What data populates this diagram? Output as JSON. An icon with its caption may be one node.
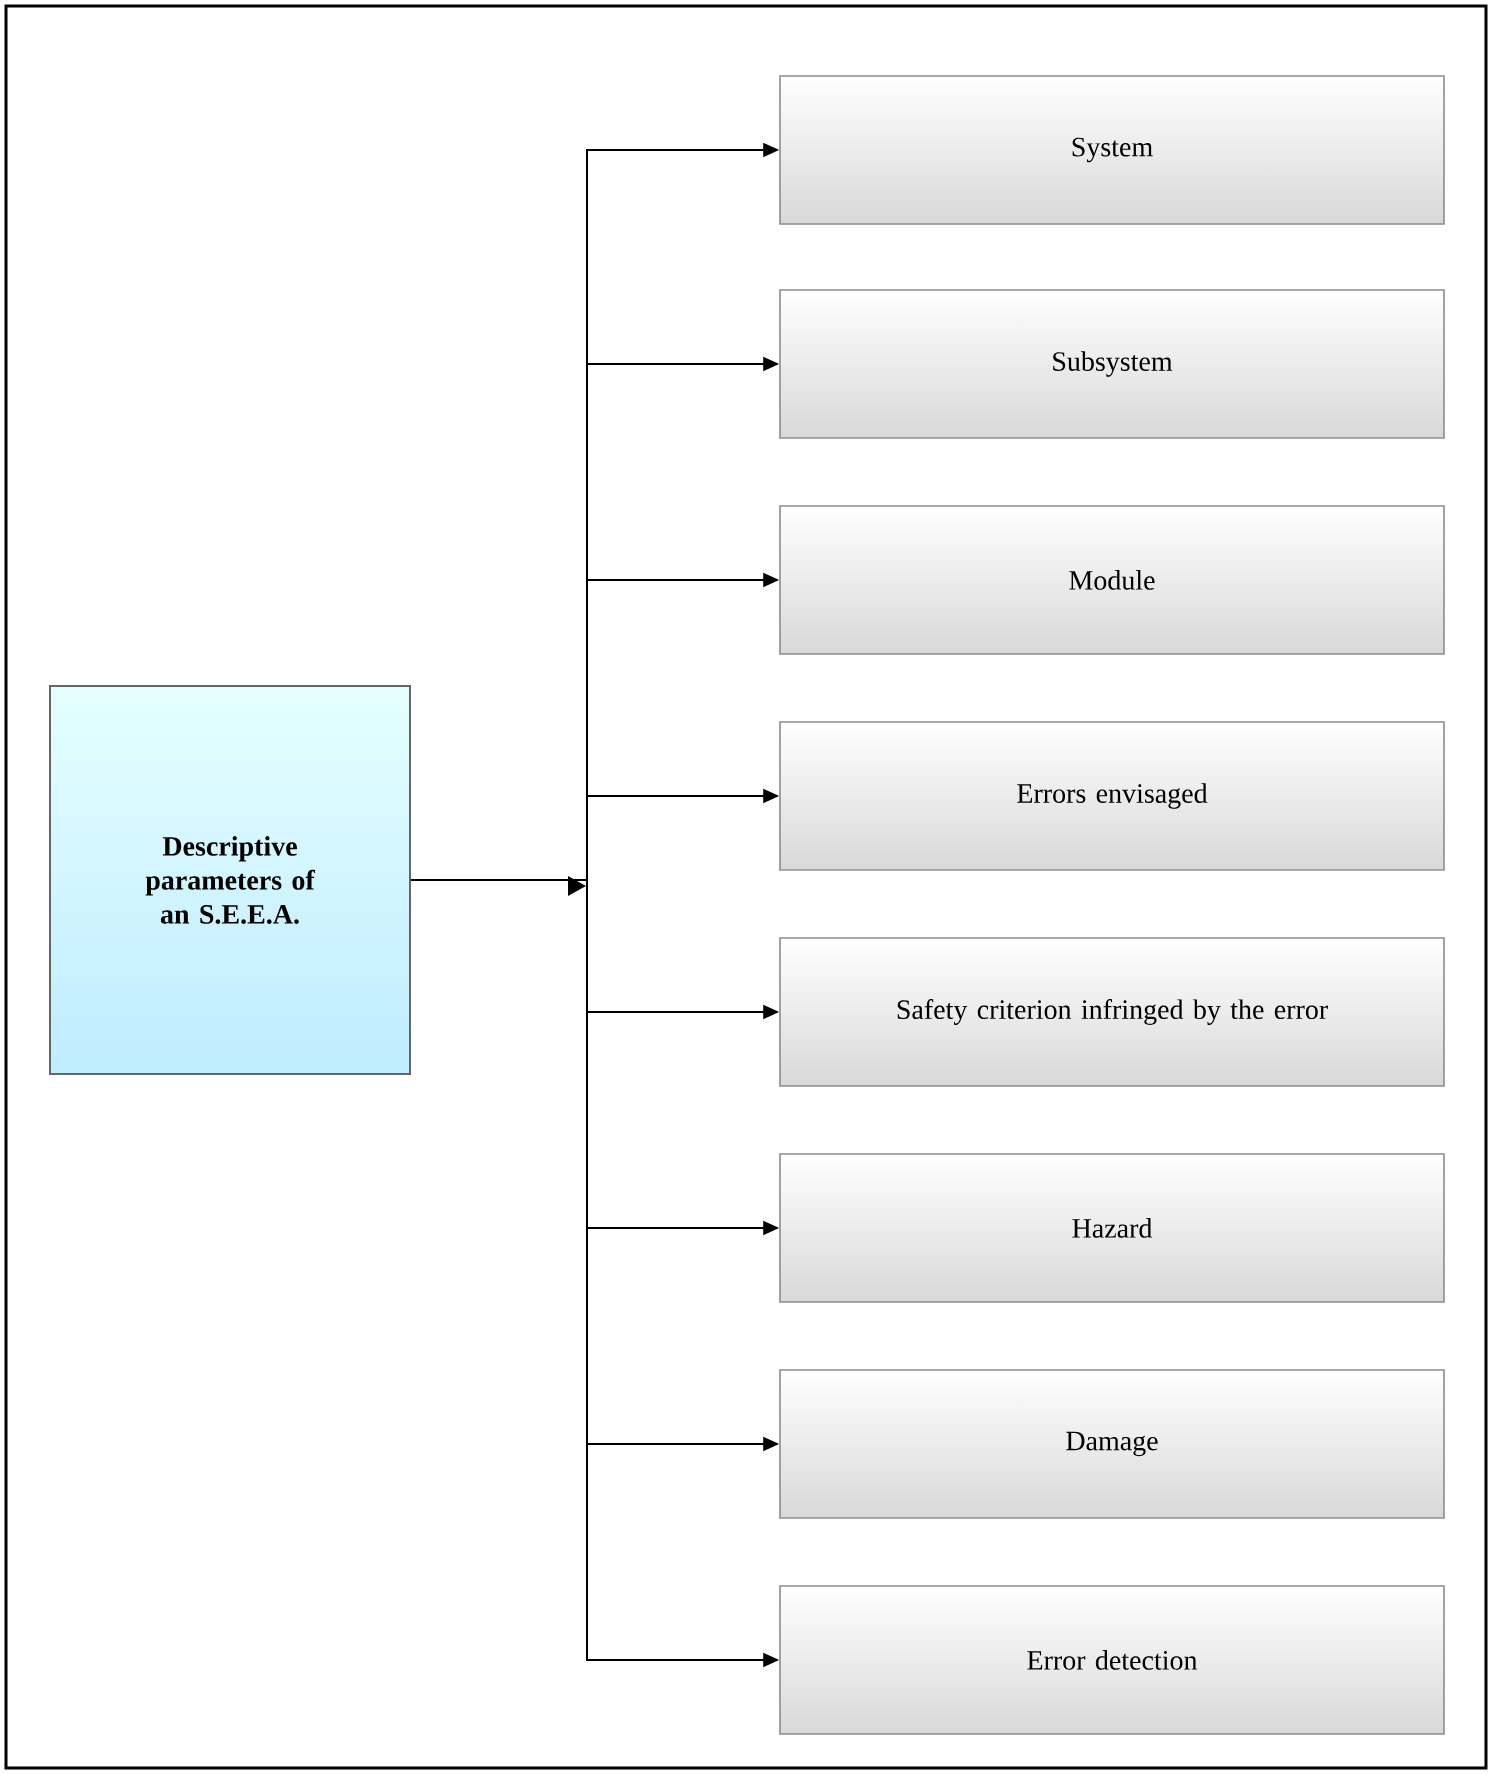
{
  "diagram": {
    "nodes": [
      {
        "text": [
          "Descriptive parameters of an S.E.E.A."
        ]
      },
      {
        "text": [
          "System"
        ]
      },
      {
        "text": [
          "Subsystem"
        ]
      },
      {
        "text": [
          "Module"
        ]
      },
      {
        "text": [
          "Errors envisaged"
        ]
      },
      {
        "text": [
          "Safety criterion infringed by the error"
        ]
      },
      {
        "text": [
          "Hazard"
        ]
      },
      {
        "text": [
          "Damage"
        ]
      },
      {
        "text": [
          "Error detection"
        ]
      }
    ],
    "edges": [
      {
        "from": 0,
        "to": 1,
        "arrow": "to"
      },
      {
        "from": 0,
        "to": 2,
        "arrow": "to"
      },
      {
        "from": 0,
        "to": 3,
        "arrow": "to"
      },
      {
        "from": 0,
        "to": 4,
        "arrow": "to"
      },
      {
        "from": 0,
        "to": 5,
        "arrow": "to"
      },
      {
        "from": 0,
        "to": 6,
        "arrow": "to"
      },
      {
        "from": 0,
        "to": 7,
        "arrow": "to"
      },
      {
        "from": 0,
        "to": 8,
        "arrow": "to"
      }
    ]
  }
}
